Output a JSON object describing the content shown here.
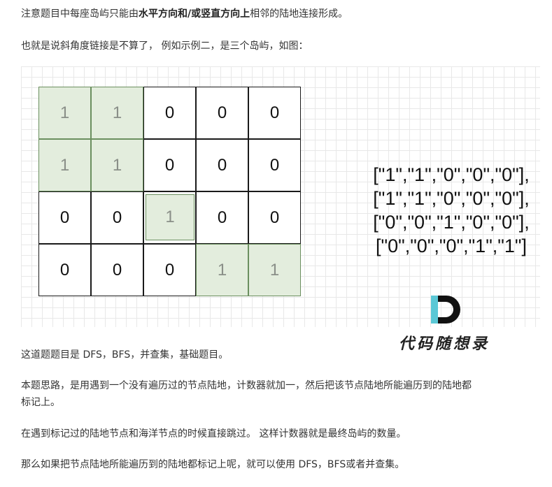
{
  "intro": {
    "p1_before": "注意题目中每座岛屿只能由",
    "p1_bold": "水平方向和/或竖直方向上",
    "p1_after": "相邻的陆地连接形成。",
    "p2": "也就是说斜角度链接是不算了， 例如示例二，是三个岛屿，如图："
  },
  "figure": {
    "grid": [
      [
        "1",
        "1",
        "0",
        "0",
        "0"
      ],
      [
        "1",
        "1",
        "0",
        "0",
        "0"
      ],
      [
        "0",
        "0",
        "1",
        "0",
        "0"
      ],
      [
        "0",
        "0",
        "0",
        "1",
        "1"
      ]
    ],
    "matrix_lines": [
      "[\"1\",\"1\",\"0\",\"0\",\"0\"],",
      "[\"1\",\"1\",\"0\",\"0\",\"0\"],",
      "[\"0\",\"0\",\"1\",\"0\",\"0\"],",
      "[\"0\",\"0\",\"0\",\"1\",\"1\"]"
    ],
    "logo_text": "代码随想录",
    "colors": {
      "land": "#e3eddd",
      "land_border": "#6b8f5f",
      "logo_teal": "#5bc8d6"
    }
  },
  "body": {
    "p3": "这道题题目是 DFS，BFS，并查集，基础题目。",
    "p4_line1": "本题思路，是用遇到一个没有遍历过的节点陆地，计数器就加一，然后把该节点陆地所能遍历到的陆地都",
    "p4_line2": "标记上。",
    "p5": "在遇到标记过的陆地节点和海洋节点的时候直接跳过。 这样计数器就是最终岛屿的数量。",
    "p6": "那么如果把节点陆地所能遍历到的陆地都标记上呢，就可以使用 DFS，BFS或者并查集。"
  }
}
